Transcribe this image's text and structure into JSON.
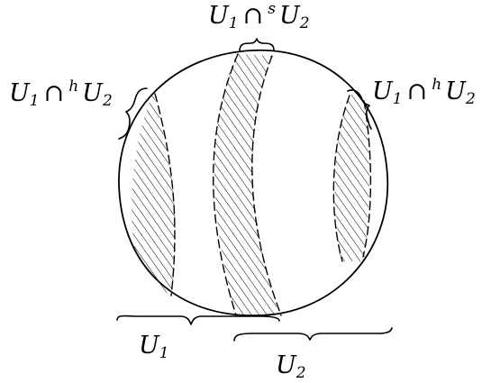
{
  "labels": {
    "top_overlap": {
      "left_symbol": "U",
      "left_index": "1",
      "operator": "∩",
      "superscript": "s",
      "right_symbol": "U",
      "right_index": "2"
    },
    "left_overlap": {
      "left_symbol": "U",
      "left_index": "1",
      "operator": "∩",
      "superscript": "h",
      "right_symbol": "U",
      "right_index": "2"
    },
    "right_overlap": {
      "left_symbol": "U",
      "left_index": "1",
      "operator": "∩",
      "superscript": "h",
      "right_symbol": "U",
      "right_index": "2"
    },
    "u1": {
      "symbol": "U",
      "index": "1"
    },
    "u2": {
      "symbol": "U",
      "index": "2"
    }
  }
}
